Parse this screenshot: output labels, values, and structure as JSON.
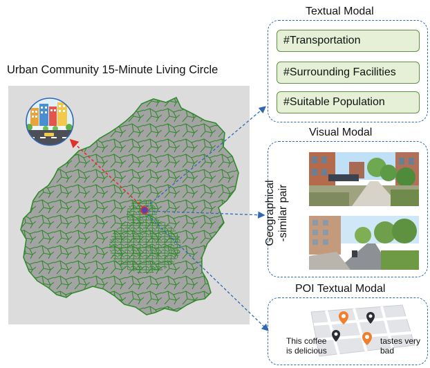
{
  "main_title": "Urban Community 15-Minute Living Circle",
  "textual_modal": {
    "heading": "Textual Modal",
    "tags": [
      "#Transportation",
      "#Surrounding Facilities",
      "#Suitable Population"
    ]
  },
  "visual_modal": {
    "heading": "Visual Modal",
    "pair_label_line1": "Geographical",
    "pair_label_line2": "-similar pair"
  },
  "poi_modal": {
    "heading": "POI Textual Modal",
    "review1_line1": "This coffee",
    "review1_line2": "is delicious",
    "review2_line1": "tastes very",
    "review2_line2": "bad"
  },
  "colors": {
    "district_fill": "#a3a3a3",
    "district_border": "#2f8a2a",
    "map_background": "#dcdcdc",
    "link_arrow": "#2f67b3",
    "focus_arrow": "#e0302a",
    "tag_fill": "#e5f0d6"
  }
}
